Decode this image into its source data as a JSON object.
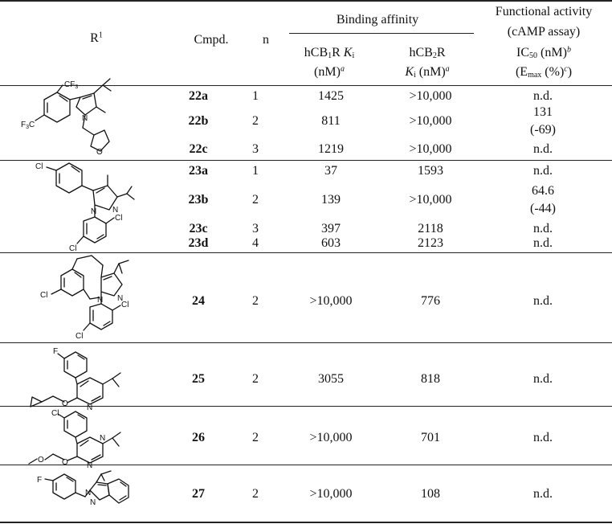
{
  "header": {
    "r1": "R",
    "r1_sup": "1",
    "cmpd": "Cmpd.",
    "n": "n",
    "binding": "Binding affinity",
    "cb1_a": "hCB",
    "cb1_sub": "1",
    "cb1_b": "R ",
    "cb1_k": "K",
    "cb1_ksub": "i",
    "cb1_unit": "(nM)",
    "cb1_note": "a",
    "cb2_a": "hCB",
    "cb2_sub": "2",
    "cb2_b": "R",
    "cb2_k": "K",
    "cb2_ksub": "i",
    "cb2_unit": " (nM)",
    "cb2_note": "a",
    "func1": "Functional activity",
    "func2": "(cAMP assay)",
    "ic": "IC",
    "ic_sub": "50",
    "ic_unit": " (nM)",
    "ic_note": "b",
    "emax_a": "(E",
    "emax_sub": "max",
    "emax_b": " (%)",
    "emax_note": "c",
    "emax_c": ")"
  },
  "rows": [
    {
      "cmpd": "22a",
      "n": "1",
      "cb1": "1425",
      "cb2": ">10,000",
      "ic50": "n.d."
    },
    {
      "cmpd": "22b",
      "n": "2",
      "cb1": "811",
      "cb2": ">10,000",
      "ic50": "131",
      "emax": "(-69)"
    },
    {
      "cmpd": "22c",
      "n": "3",
      "cb1": "1219",
      "cb2": ">10,000",
      "ic50": "n.d."
    },
    {
      "cmpd": "23a",
      "n": "1",
      "cb1": "37",
      "cb2": "1593",
      "ic50": "n.d."
    },
    {
      "cmpd": "23b",
      "n": "2",
      "cb1": "139",
      "cb2": ">10,000",
      "ic50": "64.6",
      "emax": "(-44)"
    },
    {
      "cmpd": "23c",
      "n": "3",
      "cb1": "397",
      "cb2": "2118",
      "ic50": "n.d."
    },
    {
      "cmpd": "23d",
      "n": "4",
      "cb1": "603",
      "cb2": "2123",
      "ic50": "n.d."
    },
    {
      "cmpd": "24",
      "n": "2",
      "cb1": ">10,000",
      "cb2": "776",
      "ic50": "n.d."
    },
    {
      "cmpd": "25",
      "n": "2",
      "cb1": "3055",
      "cb2": "818",
      "ic50": "n.d."
    },
    {
      "cmpd": "26",
      "n": "2",
      "cb1": ">10,000",
      "cb2": "701",
      "ic50": "n.d."
    },
    {
      "cmpd": "27",
      "n": "2",
      "cb1": ">10,000",
      "cb2": "108",
      "ic50": "n.d."
    }
  ],
  "atoms": {
    "cf3": "CF",
    "three": "3",
    "f3c": "F",
    "f3c_c": "C",
    "n": "N",
    "o": "O",
    "cl": "Cl",
    "f": "F"
  }
}
